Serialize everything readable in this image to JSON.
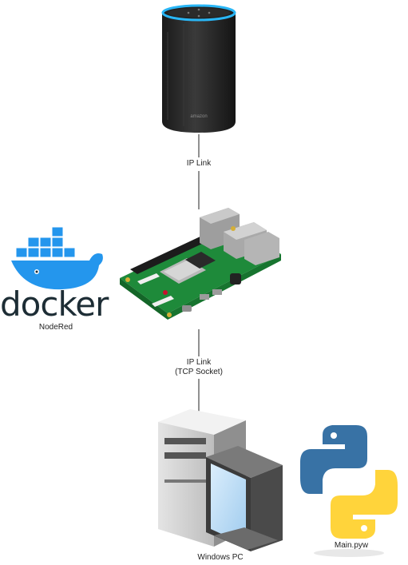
{
  "links": {
    "top": {
      "label": "IP Link"
    },
    "bottom": {
      "label_line1": "IP Link",
      "label_line2": "(TCP Socket)"
    }
  },
  "nodes": {
    "docker": {
      "logo_text": "docker",
      "label": "NodeRed"
    },
    "pc": {
      "label": "Windows PC"
    },
    "python": {
      "label": "Main.pyw"
    },
    "raspberry_pi": {},
    "echo": {}
  },
  "colors": {
    "docker_blue": "#2496ed",
    "python_blue": "#3872a5",
    "python_yellow": "#ffd43b",
    "pcb_green": "#1e8a3a",
    "echo_ring": "#29b6f6",
    "connector": "#222222"
  },
  "icons": [
    "amazon-echo-icon",
    "raspberry-pi-icon",
    "docker-whale-icon",
    "windows-pc-icon",
    "python-logo-icon"
  ]
}
